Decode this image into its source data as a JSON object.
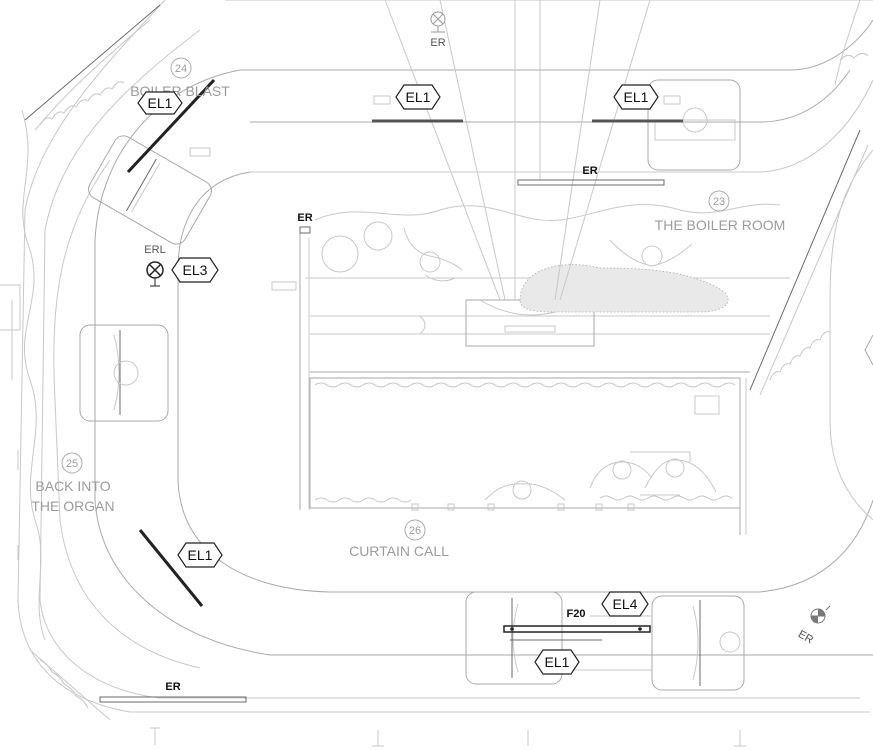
{
  "rooms": [
    {
      "number": "24",
      "name": "BOILER BLAST"
    },
    {
      "number": "23",
      "name": "THE BOILER ROOM"
    },
    {
      "number": "25",
      "name_line1": "BACK INTO",
      "name_line2": "THE ORGAN"
    },
    {
      "number": "26",
      "name": "CURTAIN CALL"
    }
  ],
  "tags": {
    "el1": "EL1",
    "el3": "EL3",
    "el4": "EL4"
  },
  "labels": {
    "er": "ER",
    "erl": "ERL",
    "f20": "F20"
  }
}
